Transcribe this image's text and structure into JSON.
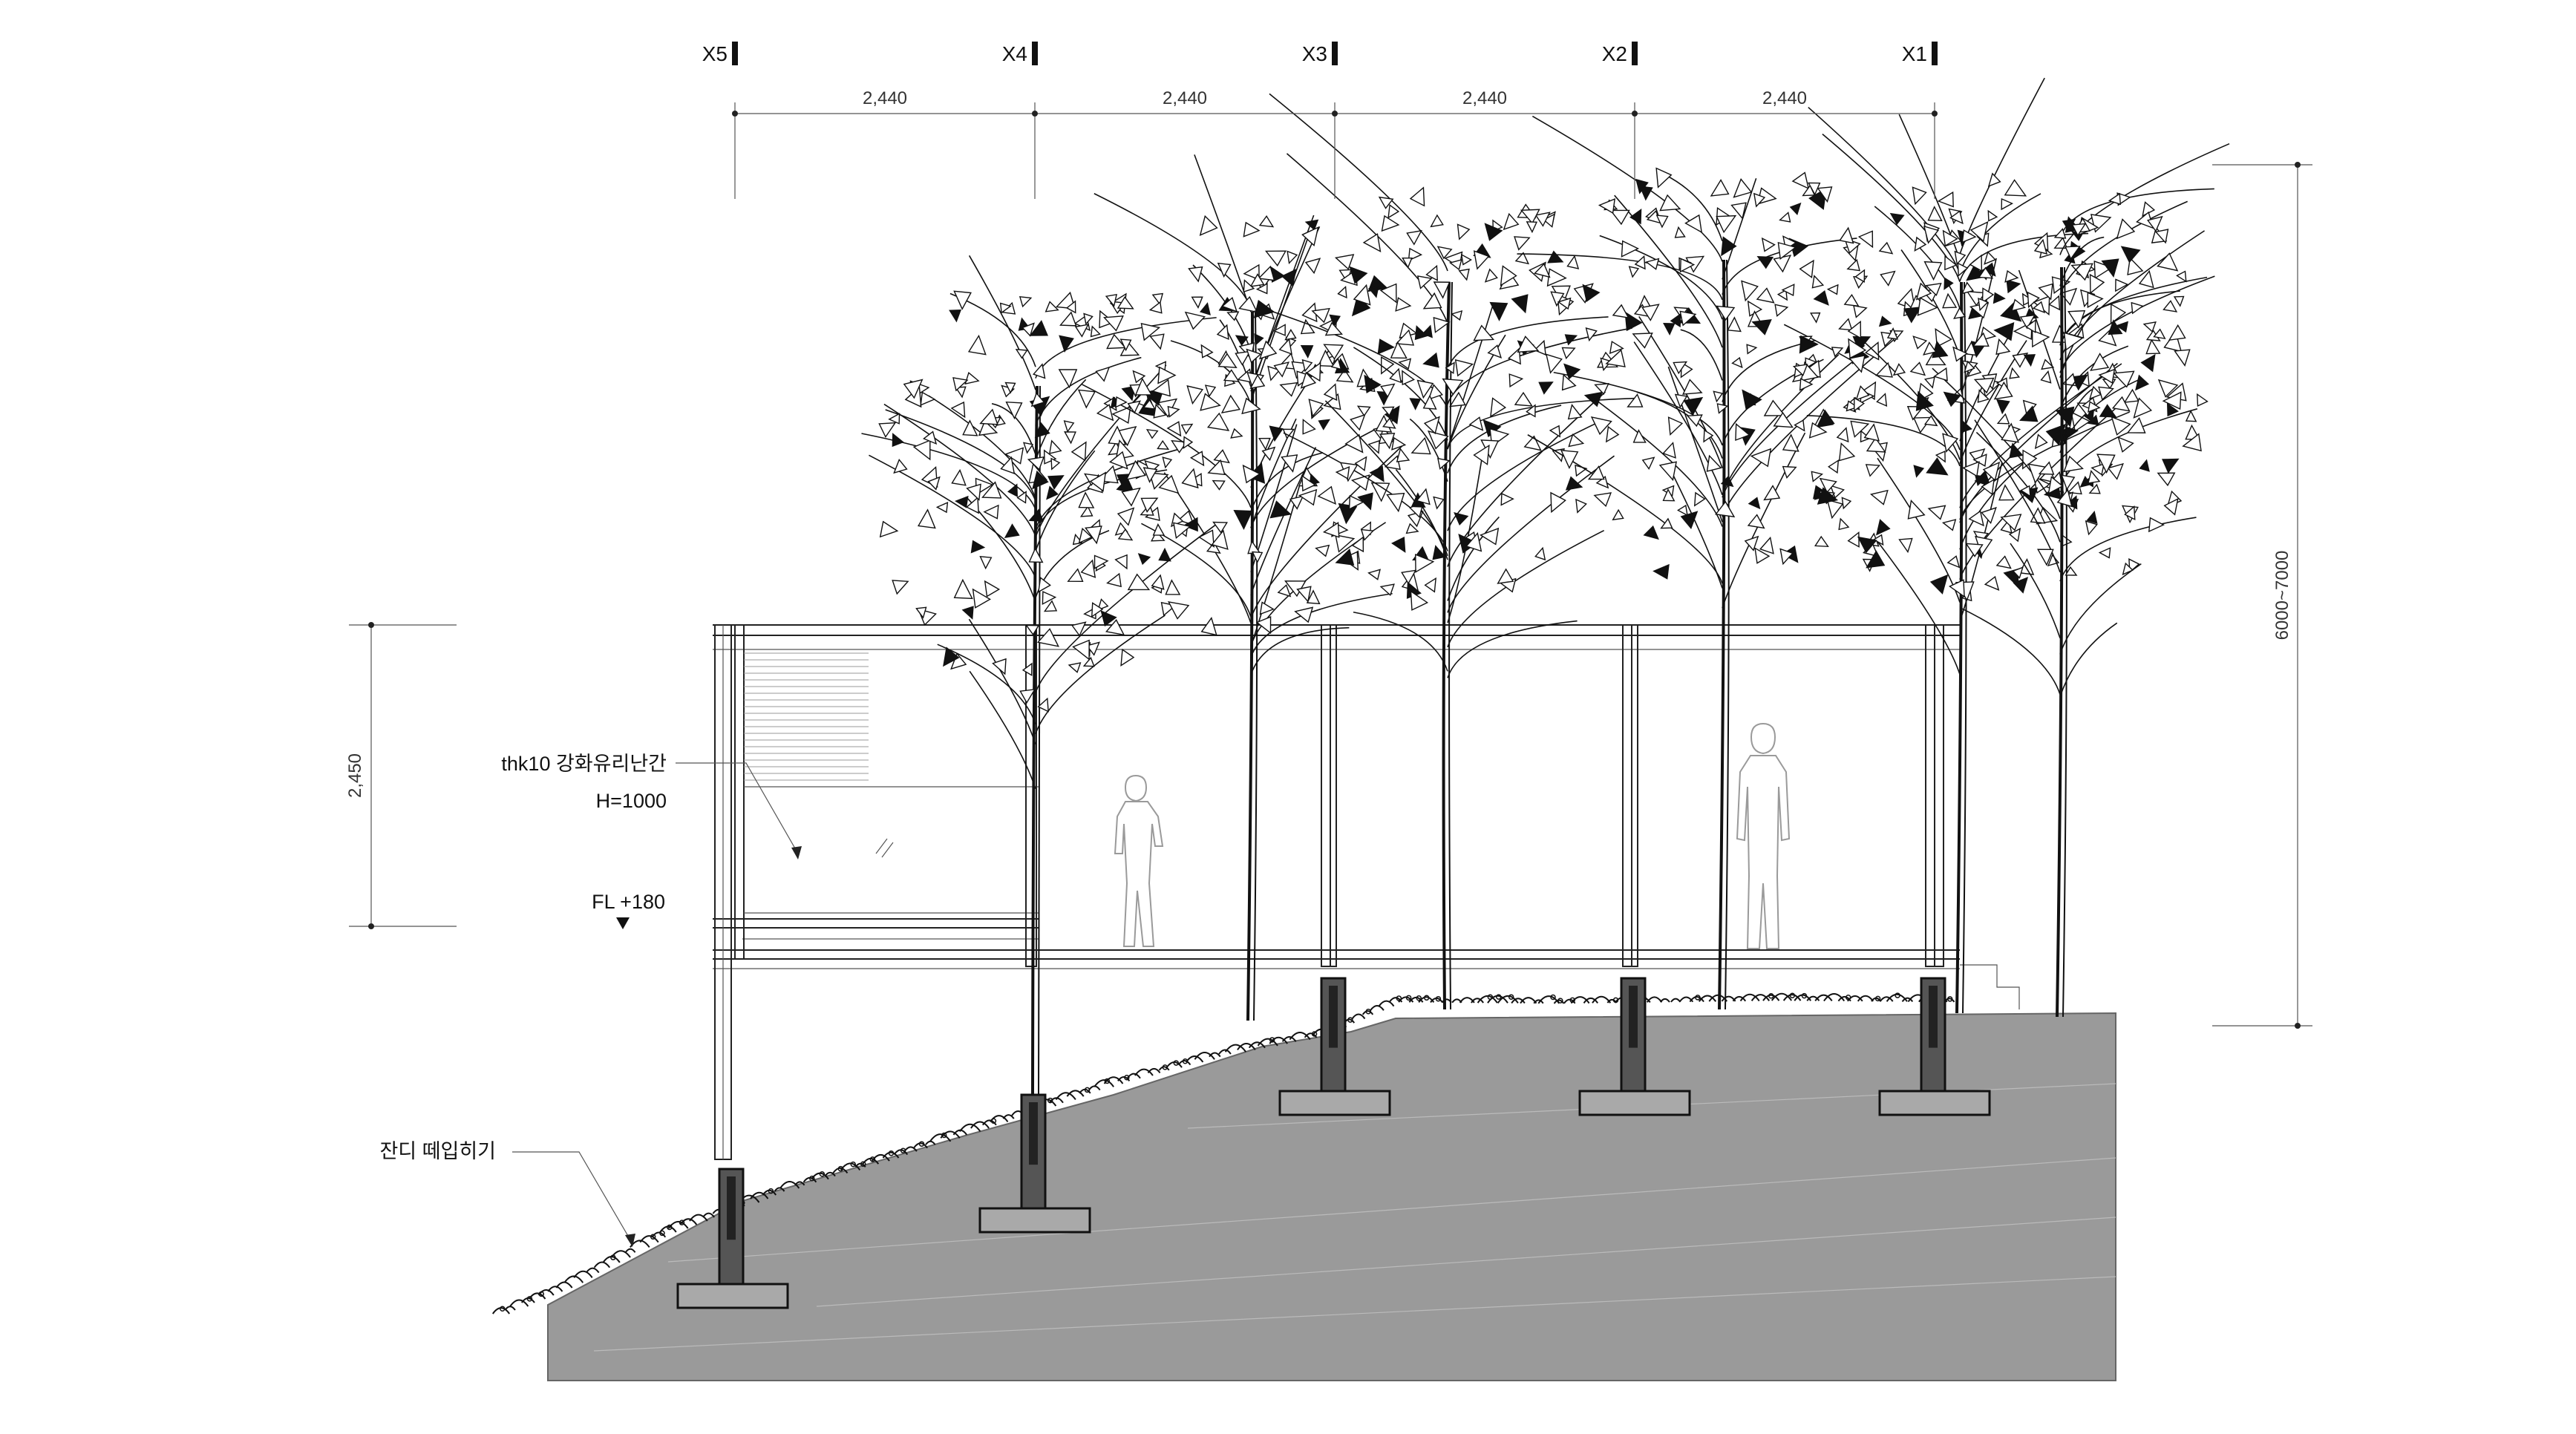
{
  "grid_axes": [
    {
      "label": "X5"
    },
    {
      "label": "X4"
    },
    {
      "label": "X3"
    },
    {
      "label": "X2"
    },
    {
      "label": "X1"
    }
  ],
  "spans": [
    "2,440",
    "2,440",
    "2,440",
    "2,440"
  ],
  "dimensions": {
    "deck_height": "2,450",
    "tree_height": "6000~7000"
  },
  "annotations": {
    "railing_line1": "thk10 강화유리난간",
    "railing_line2": "H=1000",
    "floor_level": "FL +180",
    "lawn": "잔디 떼입히기"
  },
  "colors": {
    "ground": "#9a9a9a",
    "line": "#111111",
    "footing_fill": "#555555"
  }
}
